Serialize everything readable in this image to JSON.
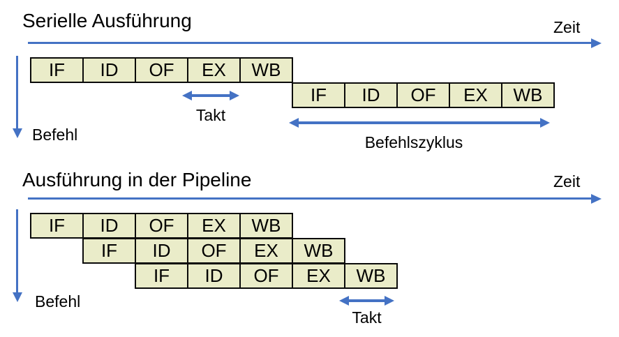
{
  "colors": {
    "box_fill": "#EAECC9",
    "box_border": "#0A0A0A",
    "arrow_blue": "#4472C4",
    "text": "#000000",
    "background": "#FFFFFF"
  },
  "serial": {
    "title": "Serielle Ausführung",
    "zeit_label": "Zeit",
    "befehl_label": "Befehl",
    "takt_label": "Takt",
    "befehlszyklus_label": "Befehlszyklus",
    "rows": [
      {
        "stages": [
          "IF",
          "ID",
          "OF",
          "EX",
          "WB"
        ]
      },
      {
        "stages": [
          "IF",
          "ID",
          "OF",
          "EX",
          "WB"
        ]
      }
    ]
  },
  "pipeline": {
    "title": "Ausführung in der Pipeline",
    "zeit_label": "Zeit",
    "befehl_label": "Befehl",
    "takt_label": "Takt",
    "rows": [
      {
        "stages": [
          "IF",
          "ID",
          "OF",
          "EX",
          "WB"
        ]
      },
      {
        "stages": [
          "IF",
          "ID",
          "OF",
          "EX",
          "WB"
        ]
      },
      {
        "stages": [
          "IF",
          "ID",
          "OF",
          "EX",
          "WB"
        ]
      }
    ]
  }
}
